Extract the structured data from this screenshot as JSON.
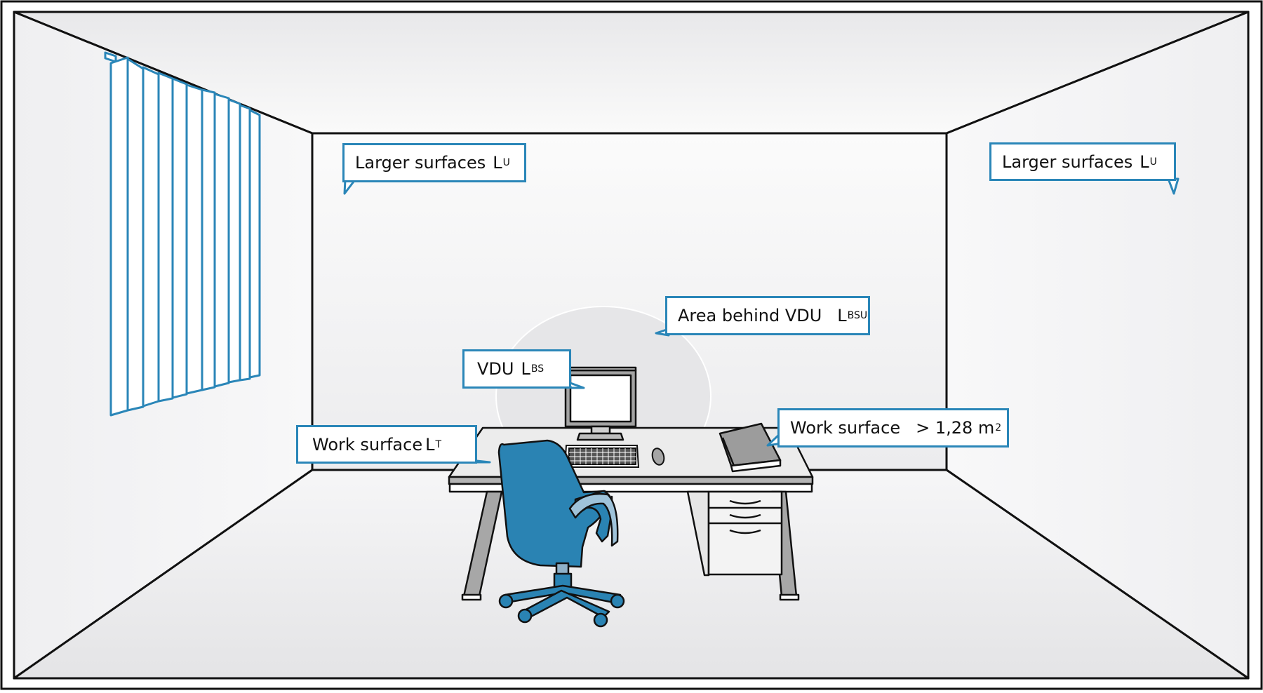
{
  "labels": {
    "larger_left": {
      "text": "Larger surfaces",
      "symbol": "L",
      "sub": "U"
    },
    "larger_right": {
      "text": "Larger surfaces",
      "symbol": "L",
      "sub": "U"
    },
    "area_behind": {
      "text": "Area behind VDU",
      "symbol": "L",
      "sub": "BSU"
    },
    "vdu": {
      "text": "VDU",
      "symbol": "L",
      "sub": "BS"
    },
    "work_surface": {
      "text": "Work surface",
      "symbol": "L",
      "sub": "T"
    },
    "work_area": {
      "text": "Work surface",
      "value": "> 1,28 m",
      "sup": "2"
    }
  },
  "colors": {
    "accent": "#2a86b8",
    "chair": "#2a83b3",
    "line": "#111111"
  }
}
